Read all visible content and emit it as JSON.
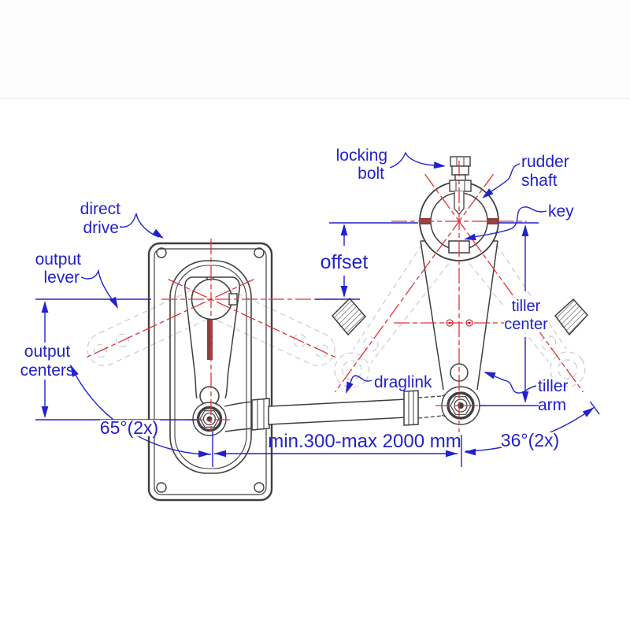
{
  "drawing": {
    "title_hint": "steering linkage technical diagram",
    "labels": {
      "locking_bolt": {
        "line1": "locking",
        "line2": "bolt"
      },
      "rudder_shaft": {
        "line1": "rudder",
        "line2": "shaft"
      },
      "key": "key",
      "direct_drive": {
        "line1": "direct",
        "line2": "drive"
      },
      "output_lever": {
        "line1": "output",
        "line2": "lever"
      },
      "output_centers": {
        "line1": "output",
        "line2": "centers"
      },
      "offset": "offset",
      "tiller_center": {
        "line1": "tiller",
        "line2": "center"
      },
      "draglink": "draglink",
      "tiller_arm": {
        "line1": "tiller",
        "line2": "arm"
      }
    },
    "dimensions": {
      "output_swing": "65°(2x)",
      "tiller_swing": "36°(2x)",
      "draglink_length": "min.300-max 2000 mm"
    },
    "colors": {
      "annotation_blue": "#2222cc",
      "centerline_red": "#e03238",
      "outline_dark": "#3f3f3f",
      "ghost_gray": "#cccccc",
      "slit_maroon": "#8a4040"
    }
  }
}
